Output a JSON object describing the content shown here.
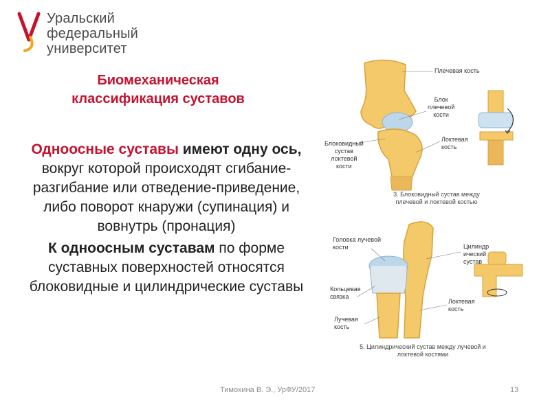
{
  "logo": {
    "lines": [
      "Уральский",
      "федеральный",
      "университет"
    ],
    "mark_color": "#c4122f",
    "mark_accent": "#f2a81d"
  },
  "title": {
    "lines": [
      "Биомеханическая",
      "классификация суставов"
    ]
  },
  "body": {
    "p1_red": "Одноосные суставы",
    "p1_bold": " имеют одну ось,",
    "p1_rest": " вокруг которой происходят сгибание-разгибание или отведение-приведение, либо поворот кнаружи (супинация) и вовнутрь (пронация)",
    "p2_bold": "К одноосным суставам",
    "p2_rest": " по форме суставных поверхностей относятся блоковидные и цилиндрические суставы"
  },
  "figure_top": {
    "label_humerus": "Плечевая кость",
    "label_trochlea": [
      "Блок",
      "плечевой",
      "кости"
    ],
    "label_joint": [
      "Блоковидный",
      "сустав",
      "локтевой",
      "кости"
    ],
    "label_ulna": [
      "Локтевая",
      "кость"
    ],
    "caption": [
      "3. Блоковидный сустав между",
      "плечевой и локтевой костью"
    ]
  },
  "figure_bottom": {
    "label_radial_head": [
      "Головка лучевой",
      "кости"
    ],
    "label_cyl": [
      "Цилиндр",
      "ический",
      "сустав"
    ],
    "label_ligament": [
      "Кольцевая",
      "связка"
    ],
    "label_ulna": [
      "Локтевая",
      "кость"
    ],
    "label_radius": [
      "Лучевая",
      "кость"
    ],
    "caption": [
      "5. Цилиндрический сустав между лучевой и",
      "локтевой костями"
    ]
  },
  "colors": {
    "accent": "#c4122f",
    "bone": "#f3c96a",
    "bone_shade": "#d9a13a",
    "cartilage": "#bcd6ea"
  },
  "footer": {
    "author": "Тимохина В. Э., УрФУ/2017",
    "page": "13"
  }
}
